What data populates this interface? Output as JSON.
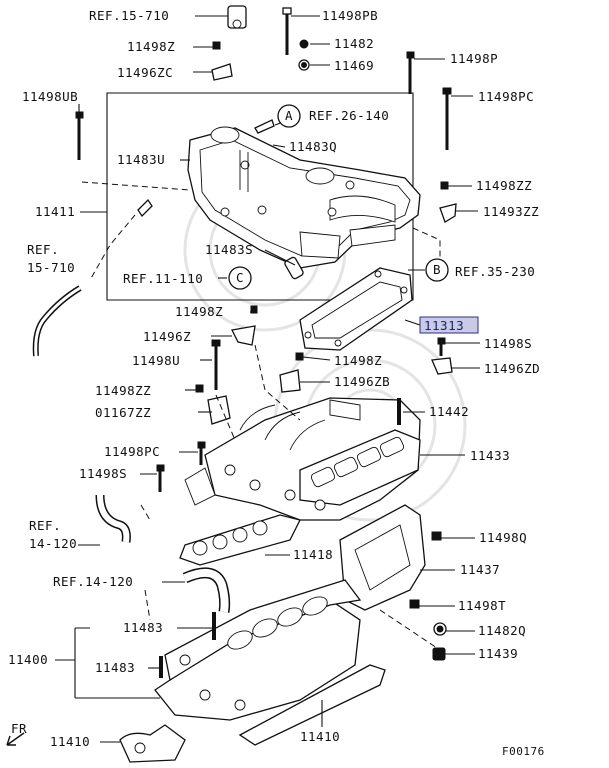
{
  "diagram": {
    "id_code": "F00176",
    "front_marker": "FR",
    "highlighted_part": "11313",
    "labels": {
      "ref_15_710_top": "REF.15-710",
      "p11498PB": "11498PB",
      "p11498Z_1": "11498Z",
      "p11482_top": "11482",
      "p11496ZC": "11496ZC",
      "p11469": "11469",
      "p11498P": "11498P",
      "p11498UB": "11498UB",
      "p11498PC_top": "11498PC",
      "callout_A": "A",
      "ref_26_140": "REF.26-140",
      "p11483U": "11483U",
      "p11483Q": "11483Q",
      "p11498ZZ_1": "11498ZZ",
      "p11411": "11411",
      "p11493ZZ": "11493ZZ",
      "ref_15_710_left_a": "REF.",
      "ref_15_710_left_b": "15-710",
      "p11483S": "11483S",
      "ref_11_110": "REF.11-110",
      "callout_C": "C",
      "callout_B": "B",
      "ref_35_230": "REF.35-230",
      "p11498Z_2": "11498Z",
      "p11313": "11313",
      "p11496Z": "11496Z",
      "p11498S_right": "11498S",
      "p11498U": "11498U",
      "p11498Z_3": "11498Z",
      "p11496ZD": "11496ZD",
      "p11498ZZ_2": "11498ZZ",
      "p11496ZB": "11496ZB",
      "p01167ZZ": "01167ZZ",
      "p11442": "11442",
      "p11498PC_mid": "11498PC",
      "p11433": "11433",
      "p11498S_left": "11498S",
      "ref_14_120_left_a": "REF.",
      "ref_14_120_left_b": "14-120",
      "p11418": "11418",
      "p11498Q": "11498Q",
      "p11437": "11437",
      "ref_14_120_mid": "REF.14-120",
      "p11498T": "11498T",
      "p11483_a": "11483",
      "p11482Q": "11482Q",
      "p11400": "11400",
      "p11483_b": "11483",
      "p11439": "11439",
      "p11410_left": "11410",
      "p11410_bottom": "11410"
    }
  }
}
